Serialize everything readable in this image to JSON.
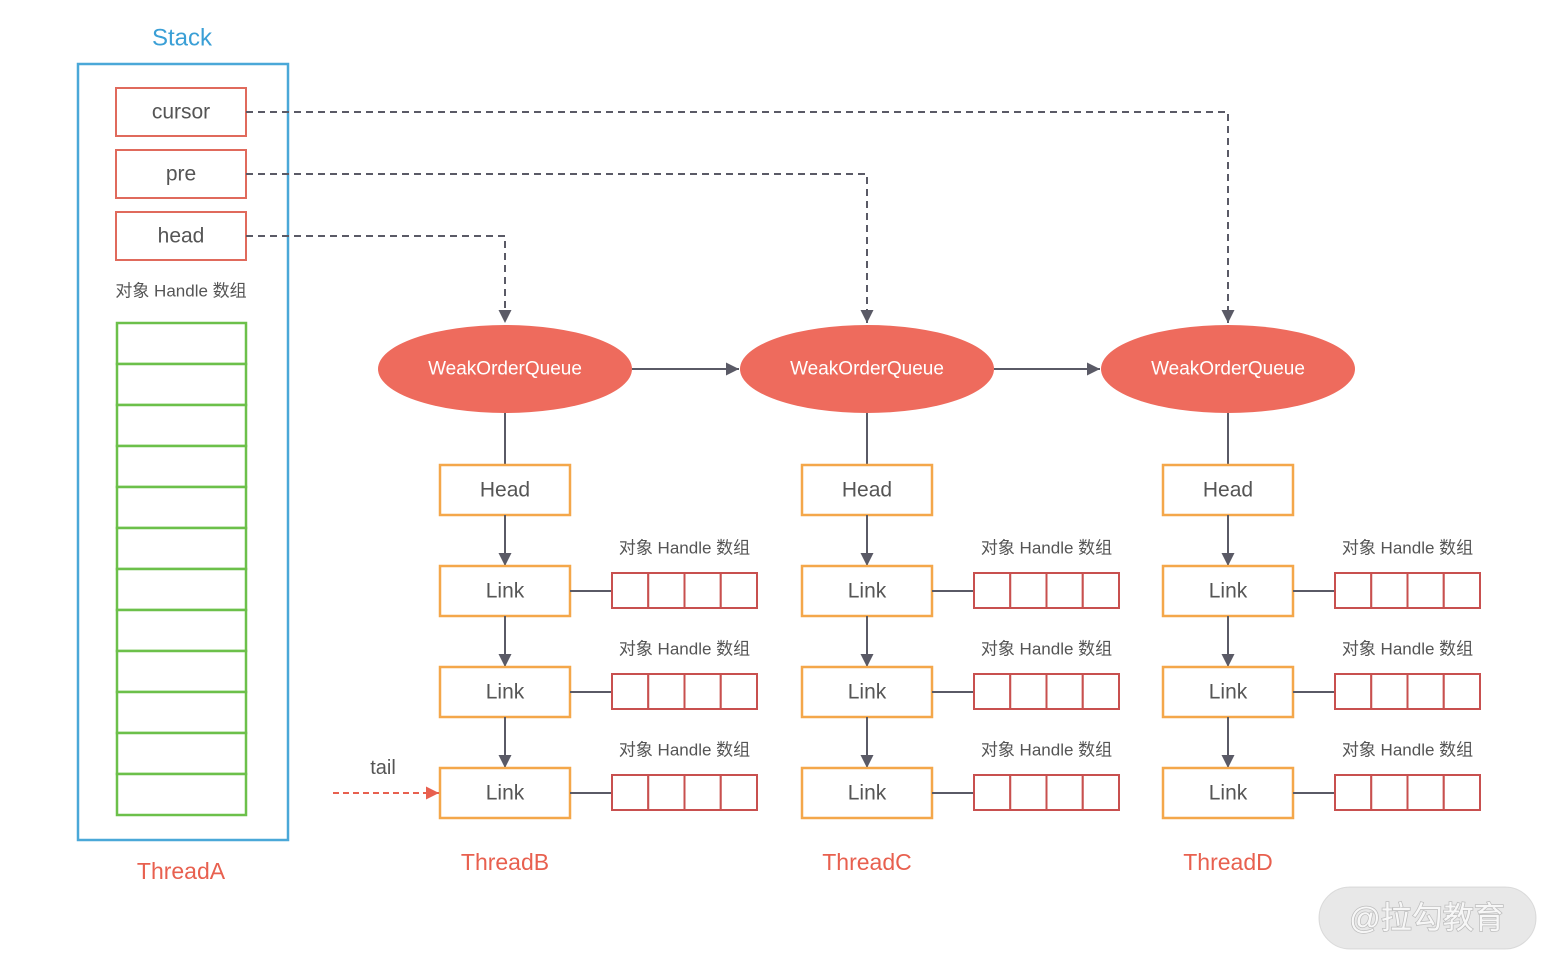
{
  "stack": {
    "title": "Stack",
    "fields": [
      {
        "label": "cursor",
        "target": 2
      },
      {
        "label": "pre",
        "target": 1
      },
      {
        "label": "head",
        "target": 0
      }
    ],
    "array_label": "对象 Handle 数组",
    "thread": "ThreadA"
  },
  "threads": [
    {
      "name": "ThreadB",
      "queue_label": "WeakOrderQueue",
      "head_label": "Head",
      "links": [
        {
          "label": "Link",
          "array_label": "对象 Handle 数组"
        },
        {
          "label": "Link",
          "array_label": "对象 Handle 数组"
        },
        {
          "label": "Link",
          "array_label": "对象 Handle 数组"
        }
      ]
    },
    {
      "name": "ThreadC",
      "queue_label": "WeakOrderQueue",
      "head_label": "Head",
      "links": [
        {
          "label": "Link",
          "array_label": "对象 Handle 数组"
        },
        {
          "label": "Link",
          "array_label": "对象 Handle 数组"
        },
        {
          "label": "Link",
          "array_label": "对象 Handle 数组"
        }
      ]
    },
    {
      "name": "ThreadD",
      "queue_label": "WeakOrderQueue",
      "head_label": "Head",
      "links": [
        {
          "label": "Link",
          "array_label": "对象 Handle 数组"
        },
        {
          "label": "Link",
          "array_label": "对象 Handle 数组"
        },
        {
          "label": "Link",
          "array_label": "对象 Handle 数组"
        }
      ]
    }
  ],
  "tail_label": "tail",
  "watermark": "@拉勾教育",
  "colors": {
    "stack_title": "#3a9fd6",
    "stack_border": "#4aa8d8",
    "pointer_box": "#e06a5c",
    "stack_cells": "#6cc04a",
    "queue_fill": "#ee6b5d",
    "queue_text": "#ffffff",
    "node_border": "#f4a74a",
    "array_border": "#c8504f",
    "thread_label": "#e8604f",
    "arrow": "#5a5a66",
    "tail_arrow": "#e8604f",
    "text": "#555555"
  }
}
